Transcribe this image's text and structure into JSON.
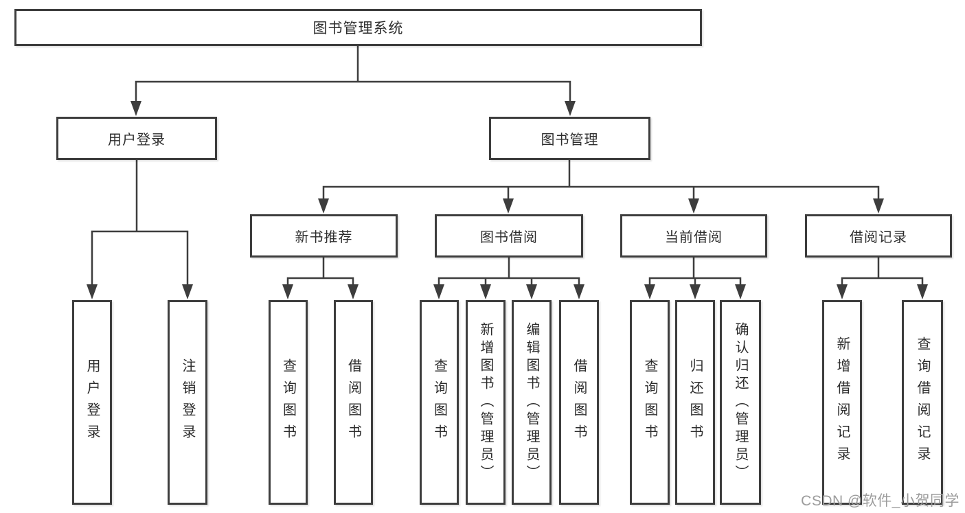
{
  "tree": {
    "label": "图书管理系统",
    "children": [
      {
        "label": "用户登录",
        "children": [
          {
            "label": "用户登录"
          },
          {
            "label": "注销登录"
          }
        ]
      },
      {
        "label": "图书管理",
        "children": [
          {
            "label": "新书推荐",
            "children": [
              {
                "label": "查询图书"
              },
              {
                "label": "借阅图书"
              }
            ]
          },
          {
            "label": "图书借阅",
            "children": [
              {
                "label": "查询图书"
              },
              {
                "label": "新增图书（管理员）"
              },
              {
                "label": "编辑图书（管理员）"
              },
              {
                "label": "借阅图书"
              }
            ]
          },
          {
            "label": "当前借阅",
            "children": [
              {
                "label": "查询图书"
              },
              {
                "label": "归还图书"
              },
              {
                "label": "确认归还（管理员）"
              }
            ]
          },
          {
            "label": "借阅记录",
            "children": [
              {
                "label": "新增借阅记录"
              },
              {
                "label": "查询借阅记录"
              }
            ]
          }
        ]
      }
    ]
  },
  "colors": {
    "line": "#3d3d3d",
    "text": "#2d2d2d",
    "watermark": "#9c9c9c",
    "background": "#ffffff"
  },
  "watermark": "CSDN @软件_小贺同学"
}
